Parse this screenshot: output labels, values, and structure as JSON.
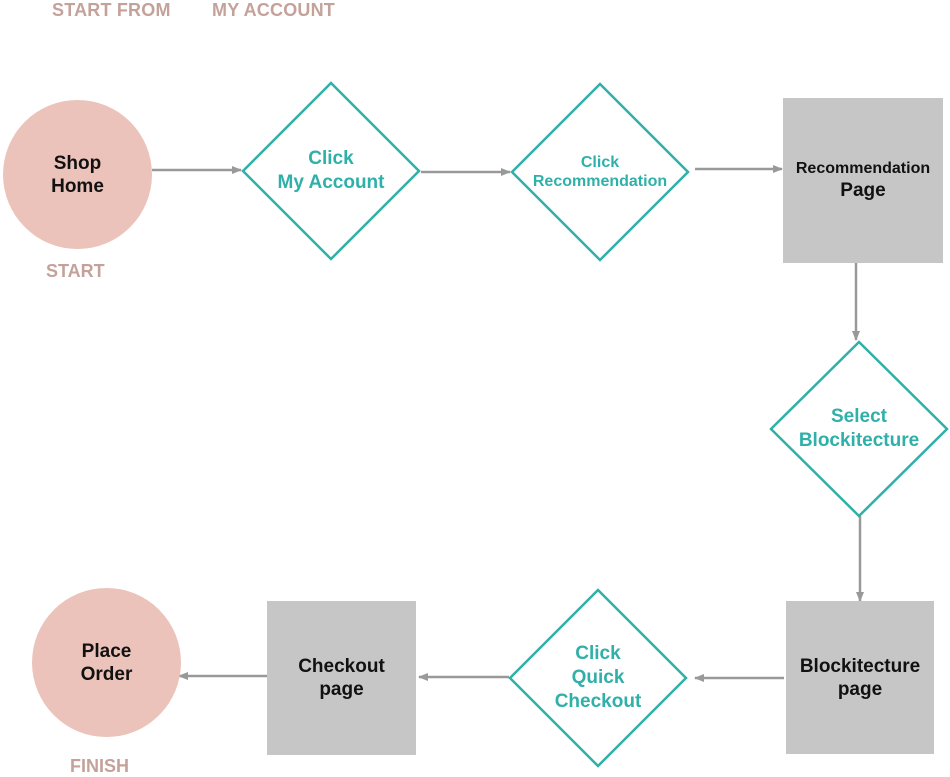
{
  "header": {
    "left": "START FROM",
    "right": "MY ACCOUNT"
  },
  "nodes": {
    "shop_home": {
      "line1": "Shop",
      "line2": "Home"
    },
    "click_my_account": {
      "line1": "Click",
      "line2": "My Account"
    },
    "click_recommendation": {
      "line1": "Click",
      "line2": "Recommendation"
    },
    "recommendation_page": {
      "line1": "Recommendation",
      "line2": "Page"
    },
    "select_blockitecture": {
      "line1": "Select",
      "line2": "Blockitecture"
    },
    "blockitecture_page": {
      "line1": "Blockitecture",
      "line2": "page"
    },
    "click_quick_checkout": {
      "line1": "Click",
      "line2": "Quick",
      "line3": "Checkout"
    },
    "checkout_page": {
      "line1": "Checkout",
      "line2": "page"
    },
    "place_order": {
      "line1": "Place",
      "line2": "Order"
    }
  },
  "captions": {
    "start": "START",
    "finish": "FINISH"
  },
  "colors": {
    "circle_fill": "#ebc3ba",
    "diamond_stroke": "#2fb0a8",
    "diamond_text": "#2fb0a8",
    "box_fill": "#c6c6c6",
    "arrow": "#999999",
    "caption": "#c4a29a"
  }
}
